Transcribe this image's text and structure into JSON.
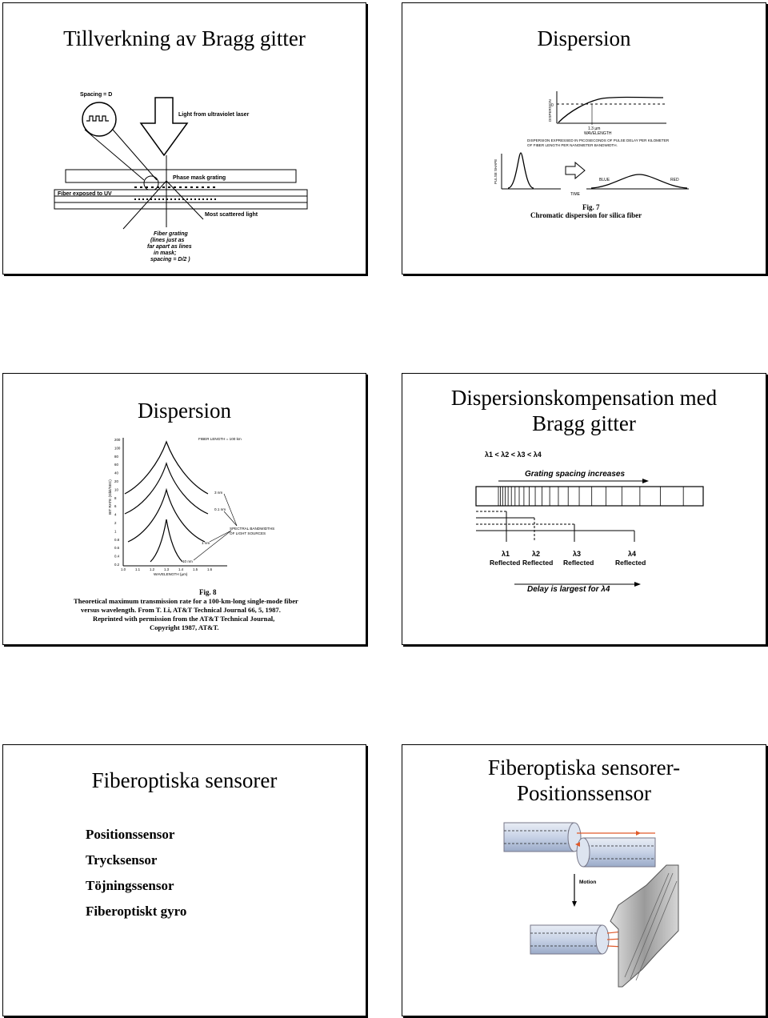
{
  "slides": [
    {
      "title": "Tillverkning av Bragg gitter",
      "figure": {
        "spacing": "Spacing = D",
        "laser": "Light from ultraviolet laser",
        "phase_mask": "Phase mask grating",
        "fiber_exposed": "Fiber exposed to UV",
        "scattered": "Most scattered light",
        "grating_lines": [
          "Fiber grating",
          "(lines just as",
          "far apart as lines",
          "in mask;",
          "spacing = D/2 )"
        ]
      }
    },
    {
      "title": "Dispersion",
      "figure": {
        "y_label": "DISPERSION",
        "zero": "0",
        "wavelength_mark": "1.3 µm",
        "x_label": "WAVELENGTH",
        "note": [
          "DISPERSION EXPRESSED IN PICOSECONDS OF PULSE DELAY PER KILOMETER",
          "OF FIBER LENGTH PER NANOMETER BANDWIDTH."
        ],
        "pulse_label": "PULSE SHAPE",
        "time": "TIME",
        "blue": "BLUE",
        "red": "RED",
        "fig": "Fig. 7",
        "caption": "Chromatic dispersion for silica fiber"
      }
    },
    {
      "title": "Dispersion",
      "figure": {
        "fiber_length": "FIBER LENGTH = 100 km",
        "y_label": "BIT RATE (Gbit/SEC)",
        "y_ticks": [
          "200",
          "100",
          "80",
          "60",
          "40",
          "20",
          "10",
          "8",
          "6",
          "4",
          "2",
          "1",
          "0.8",
          "0.6",
          "0.4",
          "0.2"
        ],
        "x_ticks": [
          "1.0",
          "1.1",
          "1.2",
          "1.3",
          "1.4",
          "1.5",
          "1.6"
        ],
        "x_label": "WAVELENGTH (µm)",
        "bandwidths": [
          "3 nm",
          "0.1 nm",
          "1 nm",
          "10 nm"
        ],
        "spectral": [
          "SPECTRAL BANDWIDTHS",
          "OF LIGHT SOURCES"
        ],
        "fig": "Fig. 8",
        "caption": [
          "Theoretical maximum transmission rate for a 100-km-long single-mode fiber",
          "versus wavelength. From T. Li, AT&T Technical Journal 66, 5, 1987.",
          "Reprinted with permission from the AT&T Technical Journal,",
          "Copyright 1987, AT&T."
        ]
      }
    },
    {
      "title_lines": [
        "Dispersionskompensation med",
        "Bragg gitter"
      ],
      "figure": {
        "order": "λ1 < λ2 < λ3 < λ4",
        "spacing": "Grating spacing increases",
        "lambdas": [
          "λ1",
          "λ2",
          "λ3",
          "λ4"
        ],
        "reflected": "Reflected",
        "delay": "Delay is largest for λ4"
      }
    },
    {
      "title": "Fiberoptiska sensorer",
      "bullets": [
        "Positionssensor",
        "Trycksensor",
        "Töjningssensor",
        "Fiberoptiskt gyro"
      ]
    },
    {
      "title_lines": [
        "Fiberoptiska sensorer-",
        "Positionssensor"
      ],
      "figure": {
        "motion": "Motion"
      }
    }
  ]
}
